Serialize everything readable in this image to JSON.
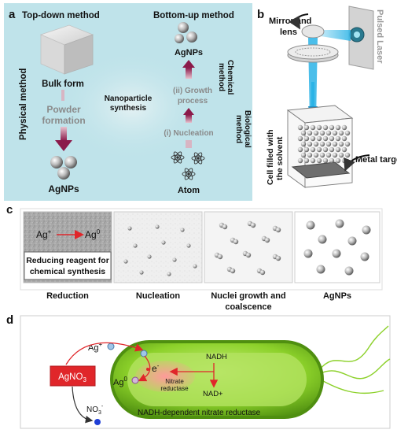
{
  "panels": {
    "a": {
      "letter": "a",
      "top_down_title": "Top-down method",
      "bottom_up_title": "Bottom-up method",
      "physical_method": "Physical method",
      "bulk_form": "Bulk form",
      "powder_line1": "Powder",
      "powder_line2": "formation",
      "agnps_left": "AgNPs",
      "nanoparticle_line1": "Nanoparticle",
      "nanoparticle_line2": "synthesis",
      "agnps_right": "AgNPs",
      "growth_line1": "(ii) Growth",
      "growth_line2": "process",
      "nucleation": "(i) Nucleation",
      "atom": "Atom",
      "chemical_line1": "Chemical",
      "chemical_line2": "method",
      "biological_line1": "Biological",
      "biological_line2": "method"
    },
    "b": {
      "letter": "b",
      "mirror_line1": "Mirror and",
      "mirror_line2": "lens",
      "pulsed_laser": "Pulsed Laser",
      "cell_line1": "Cell filled with",
      "cell_line2": "the solvent",
      "metal_target": "Metal target"
    },
    "c": {
      "letter": "c",
      "ion": "Ag",
      "ion_sup": "+",
      "metal": "Ag",
      "metal_sup": "0",
      "reducing_line1": "Reducing reagent for",
      "reducing_line2": "chemical synthesis",
      "stages": [
        "Reduction",
        "Nucleation",
        "Nuclei growth and",
        "coalscence",
        "AgNPs"
      ]
    },
    "d": {
      "letter": "d",
      "agno3": "AgNO",
      "agno3_sub": "3",
      "ag_plus": "Ag",
      "ag_plus_sup": "+",
      "e_minus": "e",
      "e_sup": "-",
      "nitrate_line1": "Nitrate",
      "nitrate_line2": "reductase",
      "nadh": "NADH",
      "nad_plus": "NAD+",
      "ag_zero": "Ag",
      "ag_zero_sup": "0",
      "no3": "NO",
      "no3_sub": "3",
      "no3_sup": "-",
      "caption": "NADH-dependent nitrate reductase"
    }
  },
  "colors": {
    "panel_a_bg": "#bfe3ea",
    "arrow_maroon": "#8b1a4a",
    "laser_blue": "#2bb3e6",
    "bacteria_green": "#8cd12a",
    "agno3_red": "#e0262a"
  }
}
